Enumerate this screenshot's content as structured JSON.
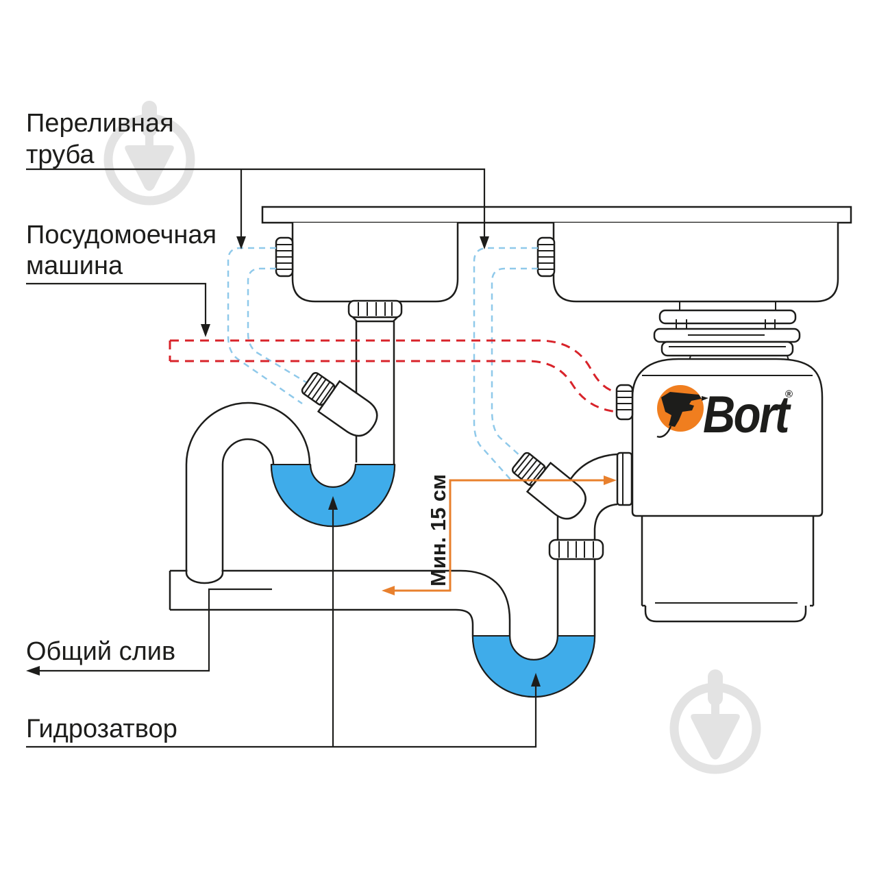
{
  "diagram": {
    "title_context": "food-waste-disposer installation scheme",
    "labels": {
      "overflow_pipe": {
        "line1": "Переливная",
        "line2": "труба"
      },
      "dishwasher": {
        "line1": "Посудомоечная",
        "line2": "машина"
      },
      "common_drain": "Общий слив",
      "water_trap": "Гидрозатвор",
      "min_height": "Мин. 15 см"
    },
    "brand": {
      "name": "Bort",
      "registered": "®"
    },
    "colors": {
      "outline": "#1d1d1b",
      "water": "#3facea",
      "overflow_hose": "#8fc9ea",
      "dishwasher_hose": "#d8232a",
      "dimension": "#e8802d",
      "brand_orange": "#f07e1f",
      "watermark": "#e3e3e3"
    }
  }
}
